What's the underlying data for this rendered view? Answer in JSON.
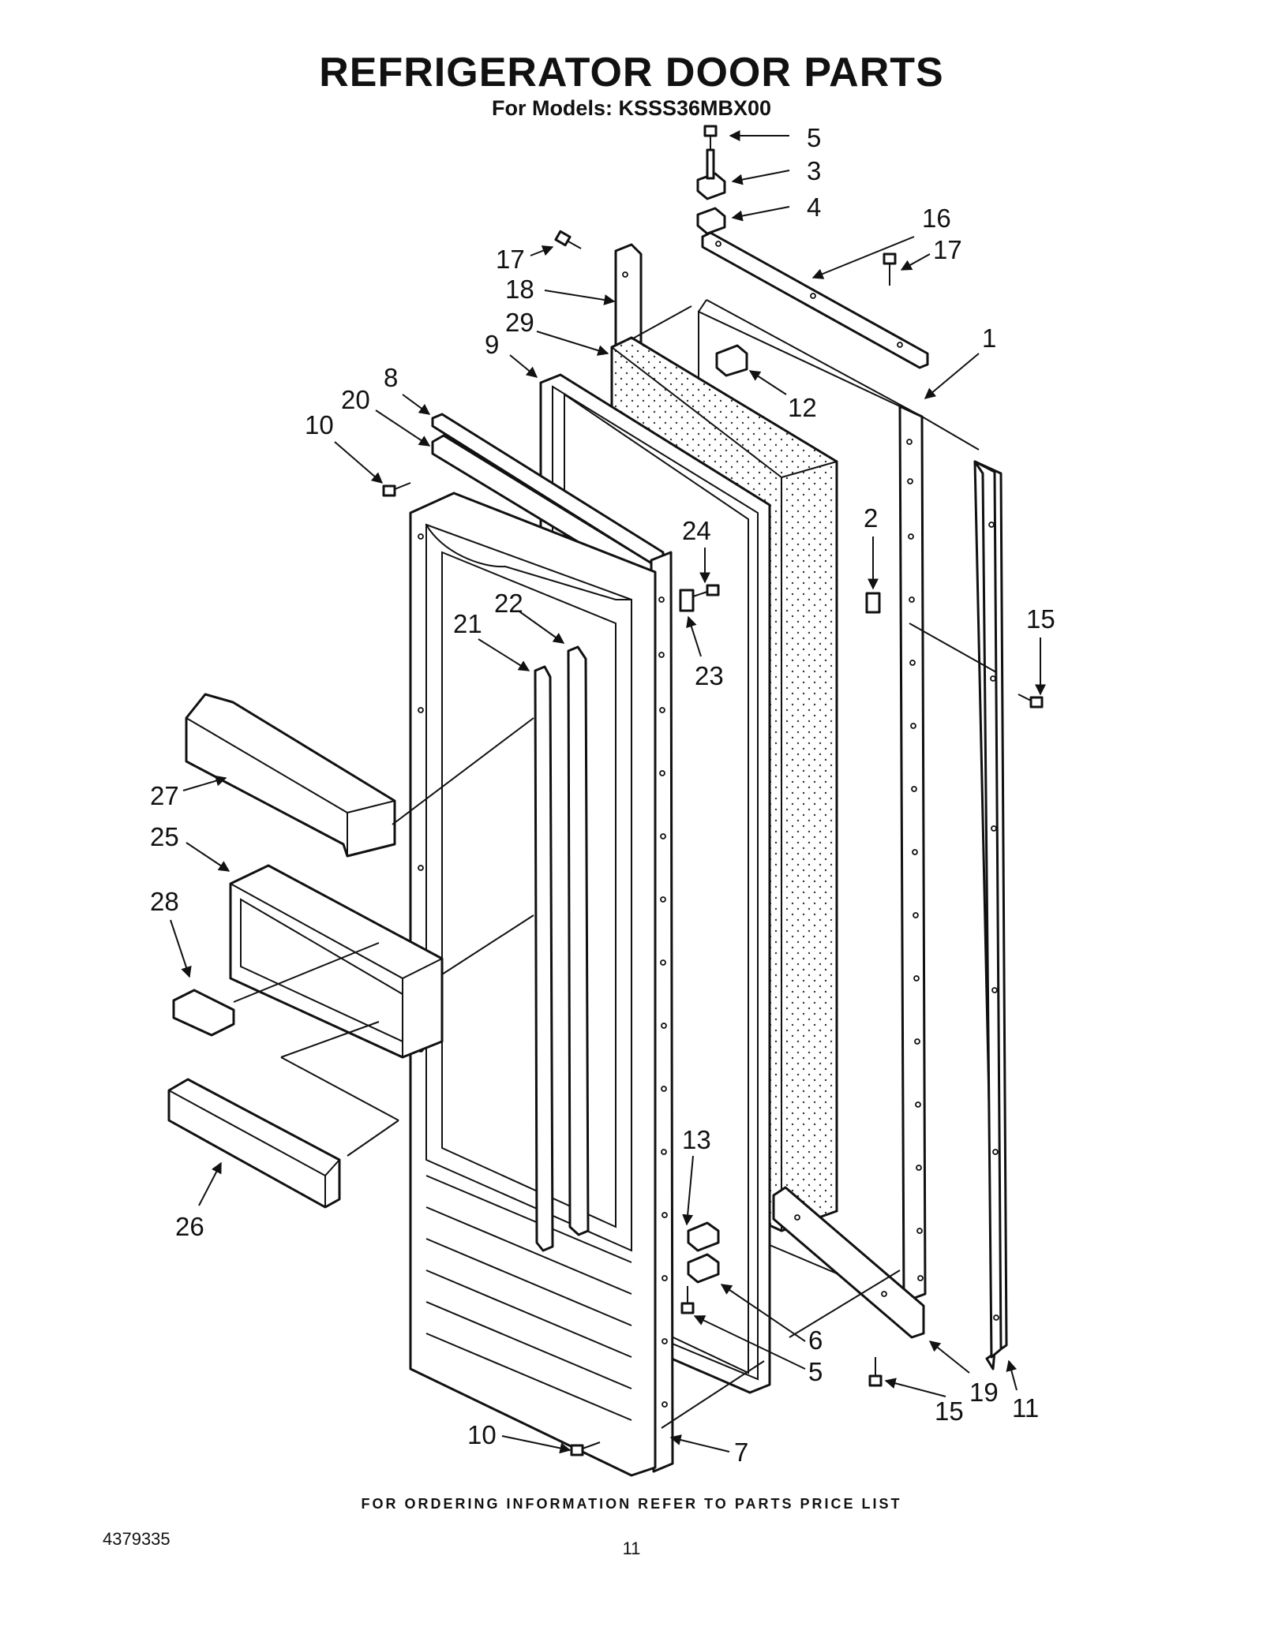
{
  "header": {
    "title": "REFRIGERATOR DOOR PARTS",
    "subtitle": "For Models: KSSS36MBX00"
  },
  "footer": {
    "ordering_note": "FOR ORDERING INFORMATION REFER TO PARTS PRICE LIST",
    "doc_number": "4379335",
    "page_number": "11"
  },
  "callouts": [
    {
      "id": "c5a",
      "label": "5"
    },
    {
      "id": "c3",
      "label": "3"
    },
    {
      "id": "c4",
      "label": "4"
    },
    {
      "id": "c16",
      "label": "16"
    },
    {
      "id": "c17a",
      "label": "17"
    },
    {
      "id": "c17b",
      "label": "17"
    },
    {
      "id": "c18",
      "label": "18"
    },
    {
      "id": "c29",
      "label": "29"
    },
    {
      "id": "c9",
      "label": "9"
    },
    {
      "id": "c1",
      "label": "1"
    },
    {
      "id": "c12",
      "label": "12"
    },
    {
      "id": "c8",
      "label": "8"
    },
    {
      "id": "c20",
      "label": "20"
    },
    {
      "id": "c10a",
      "label": "10"
    },
    {
      "id": "c24",
      "label": "24"
    },
    {
      "id": "c2",
      "label": "2"
    },
    {
      "id": "c15a",
      "label": "15"
    },
    {
      "id": "c22",
      "label": "22"
    },
    {
      "id": "c21",
      "label": "21"
    },
    {
      "id": "c23",
      "label": "23"
    },
    {
      "id": "c27",
      "label": "27"
    },
    {
      "id": "c25",
      "label": "25"
    },
    {
      "id": "c28",
      "label": "28"
    },
    {
      "id": "c26",
      "label": "26"
    },
    {
      "id": "c13",
      "label": "13"
    },
    {
      "id": "c6",
      "label": "6"
    },
    {
      "id": "c5b",
      "label": "5"
    },
    {
      "id": "c19",
      "label": "19"
    },
    {
      "id": "c11",
      "label": "11"
    },
    {
      "id": "c15b",
      "label": "15"
    },
    {
      "id": "c10b",
      "label": "10"
    },
    {
      "id": "c7",
      "label": "7"
    }
  ]
}
